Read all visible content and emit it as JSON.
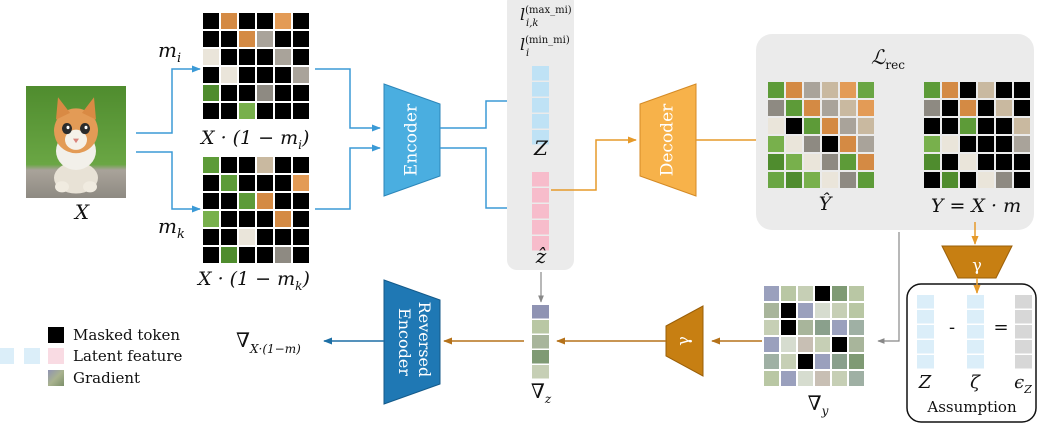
{
  "labels": {
    "x_input": "X",
    "m_i": "m",
    "m_i_sub": "i",
    "m_k": "m",
    "m_k_sub": "k",
    "masked_i_caption": "X · (1 − m",
    "masked_i_sub": "i",
    "masked_i_tail": ")",
    "masked_k_caption": "X · (1 − m",
    "masked_k_sub": "k",
    "masked_k_tail": ")",
    "l_max_base": "l",
    "l_max_sub": "i,k",
    "l_max_sup": "(max_mi)",
    "l_min_base": "l",
    "l_min_sub": "i",
    "l_min_sup": "(min_mi)",
    "z_latent": "Z",
    "z_hat": "ẑ",
    "loss": "ℒ",
    "loss_sub": "rec",
    "y_hat": "Ŷ",
    "y_target": "Y = X · m",
    "grad_z_base": "∇",
    "grad_z_sub": "z",
    "grad_y_base": "∇",
    "grad_y_sub": "y",
    "grad_x_base": "∇",
    "grad_x_sub": "X·(1−m)",
    "assume_z": "Z",
    "assume_zeta": "ζ",
    "assume_eps": "ϵ",
    "assume_eps_sub": "Z",
    "assume_minus": "-",
    "assume_equals": "=",
    "assumption": "Assumption"
  },
  "blocks": {
    "encoder": "Encoder",
    "decoder": "Decoder",
    "reversed_encoder_line1": "Reversed",
    "reversed_encoder_line2": "Encoder",
    "gamma_top": "γ",
    "gamma_left": "γ"
  },
  "legend": {
    "masked_token": "Masked token",
    "latent_feature": "Latent feature",
    "gradient": "Gradient"
  },
  "colors": {
    "encoder": "#4aaee0",
    "decoder": "#f7b24a",
    "reversed_encoder": "#1f78b4",
    "gamma": "#c77f12",
    "latent_blue": "#bfe2f5",
    "latent_pink": "#f7bccb",
    "arrow_blue": "#3b9ad6",
    "arrow_orange": "#e69a2a",
    "arrow_brown": "#b5721a",
    "arrow_gray": "#888888",
    "arrow_dark": "#1d6fa5"
  },
  "icons": {
    "kitten": "kitten-photo",
    "masked_token": "black-square-icon",
    "gradient": "gradient-square-icon"
  }
}
